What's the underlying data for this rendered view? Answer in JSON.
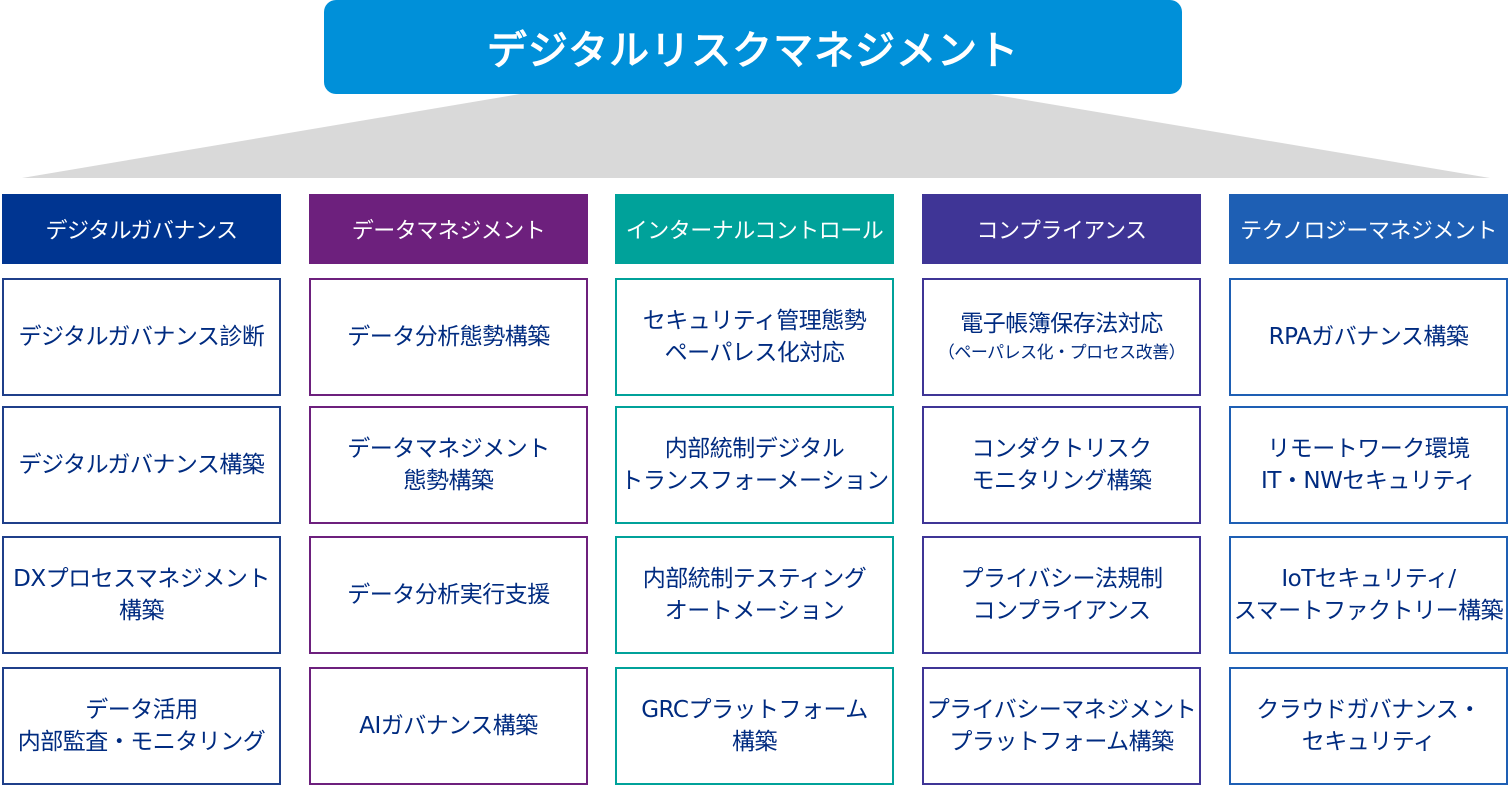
{
  "title": "デジタルリスクマネジメント",
  "colors": {
    "banner": "#0090d9",
    "roof": "#d9d9d9",
    "text": "#002b80"
  },
  "columns": [
    {
      "heading": "デジタルガバナンス",
      "color": "#003591",
      "border": "#1f3f8a",
      "items": [
        {
          "lines": [
            "デジタルガバナンス診断"
          ]
        },
        {
          "lines": [
            "デジタルガバナンス構築"
          ]
        },
        {
          "lines": [
            "DXプロセスマネジメント",
            "構築"
          ]
        },
        {
          "lines": [
            "データ活用",
            "内部監査・モニタリング"
          ]
        }
      ]
    },
    {
      "heading": "データマネジメント",
      "color": "#6d207d",
      "border": "#6d207d",
      "items": [
        {
          "lines": [
            "データ分析態勢構築"
          ]
        },
        {
          "lines": [
            "データマネジメント",
            "態勢構築"
          ]
        },
        {
          "lines": [
            "データ分析実行支援"
          ]
        },
        {
          "lines": [
            "AIガバナンス構築"
          ]
        }
      ]
    },
    {
      "heading": "インターナルコントロール",
      "color": "#00a29a",
      "border": "#00a29a",
      "items": [
        {
          "lines": [
            "セキュリティ管理態勢",
            "ペーパレス化対応"
          ]
        },
        {
          "lines": [
            "内部統制デジタル",
            "トランスフォーメーション"
          ]
        },
        {
          "lines": [
            "内部統制テスティング",
            "オートメーション"
          ]
        },
        {
          "lines": [
            "GRCプラットフォーム",
            "構築"
          ]
        }
      ]
    },
    {
      "heading": "コンプライアンス",
      "color": "#3f3596",
      "border": "#3f3596",
      "items": [
        {
          "lines": [
            "電子帳簿保存法対応"
          ],
          "sub": "（ペーパレス化・プロセス改善）"
        },
        {
          "lines": [
            "コンダクトリスク",
            "モニタリング構築"
          ]
        },
        {
          "lines": [
            "プライバシー法規制",
            "コンプライアンス"
          ]
        },
        {
          "lines": [
            "プライバシーマネジメント",
            "プラットフォーム構築"
          ]
        }
      ]
    },
    {
      "heading": "テクノロジーマネジメント",
      "color": "#1e5fb4",
      "border": "#1e5fb4",
      "items": [
        {
          "lines": [
            "RPAガバナンス構築"
          ]
        },
        {
          "lines": [
            "リモートワーク環境",
            "IT・NWセキュリティ"
          ]
        },
        {
          "lines": [
            "IoTセキュリティ/",
            "スマートファクトリー構築"
          ]
        },
        {
          "lines": [
            "クラウドガバナンス・",
            "セキュリティ"
          ]
        }
      ]
    }
  ]
}
